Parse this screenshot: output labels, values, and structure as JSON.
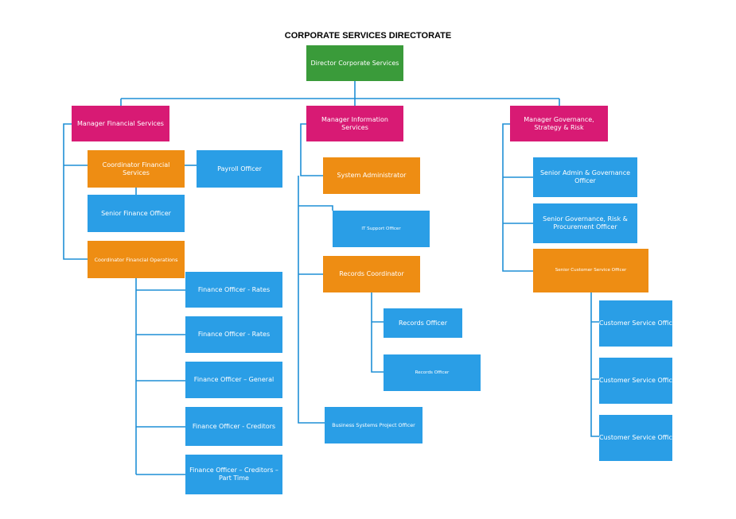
{
  "title": "CORPORATE SERVICES DIRECTORATE",
  "colors": {
    "director": "#3a9b3a",
    "manager": "#d81a74",
    "coordinator": "#ee8d13",
    "officer": "#2a9ee6",
    "connector": "#1f8fd6"
  },
  "director": "Director Corporate Services",
  "financial": {
    "manager": "Manager Financial Services",
    "coordinator_fs": "Coordinator Financial Services",
    "payroll": "Payroll Officer",
    "senior_finance": "Senior Finance Officer",
    "coordinator_fo": "Coordinator Financial Operations",
    "officers": [
      "Finance Officer - Rates",
      "Finance Officer - Rates",
      "Finance Officer – General",
      "Finance Officer - Creditors",
      "Finance Officer – Creditors – Part Time"
    ]
  },
  "information": {
    "manager": "Manager Information Services",
    "sysadmin": "System Administrator",
    "it_support": "IT Support Officer",
    "records_coordinator": "Records Coordinator",
    "records_officers": [
      "Records Officer",
      "Records Officer"
    ],
    "business_systems": "Business Systems  Project Officer"
  },
  "governance": {
    "manager": "Manager Governance, Strategy & Risk",
    "senior_admin": "Senior Admin & Governance Officer",
    "senior_gov": "Senior Governance, Risk & Procurement Officer",
    "senior_cso": "Senior Customer Service Officer",
    "cs_officers": [
      "Customer Service Officer",
      "Customer Service Officer",
      "Customer Service Officer"
    ]
  }
}
